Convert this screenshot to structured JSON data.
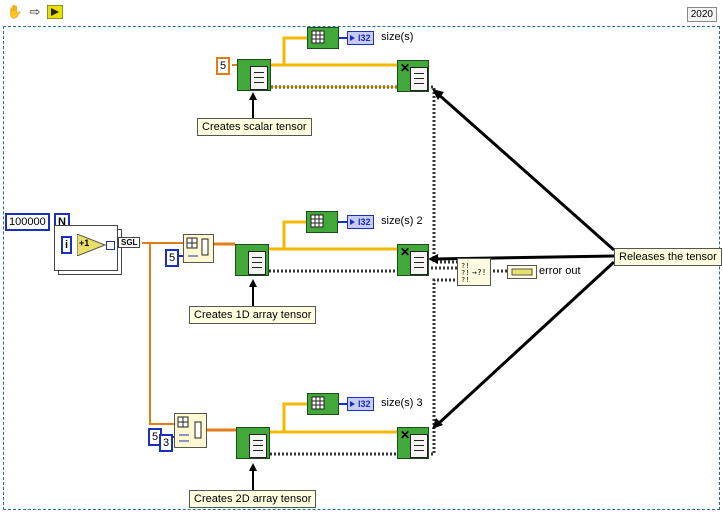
{
  "toolbar": {
    "version": "2020",
    "icons": [
      "hand-icon",
      "arrow-right-icon",
      "labview-run-icon"
    ]
  },
  "constants": {
    "scalar_value": "5",
    "array_1d_length": "5",
    "array_2d_dim0": "5",
    "array_2d_dim1": "3",
    "loop_count": "100000",
    "loop_count_terminal": "N",
    "loop_iteration_terminal": "i",
    "increment_label": "+1",
    "conversion_label": "SGL"
  },
  "indicators": {
    "type_label": "I32",
    "size_scalar": "size(s)",
    "size_1d": "size(s) 2",
    "size_2d": "size(s) 3",
    "error_out": "error out"
  },
  "comments": {
    "scalar": "Creates scalar tensor",
    "array_1d": "Creates 1D array tensor",
    "array_2d": "Creates 2D array tensor",
    "release": "Releases the tensor"
  },
  "colors": {
    "wire_data": "#f5b800",
    "wire_orange": "#e07d1a",
    "wire_black": "#000000",
    "node_green": "#43a83a",
    "comment_bg": "#ffffe0",
    "frame_border": "#2a6e86"
  }
}
